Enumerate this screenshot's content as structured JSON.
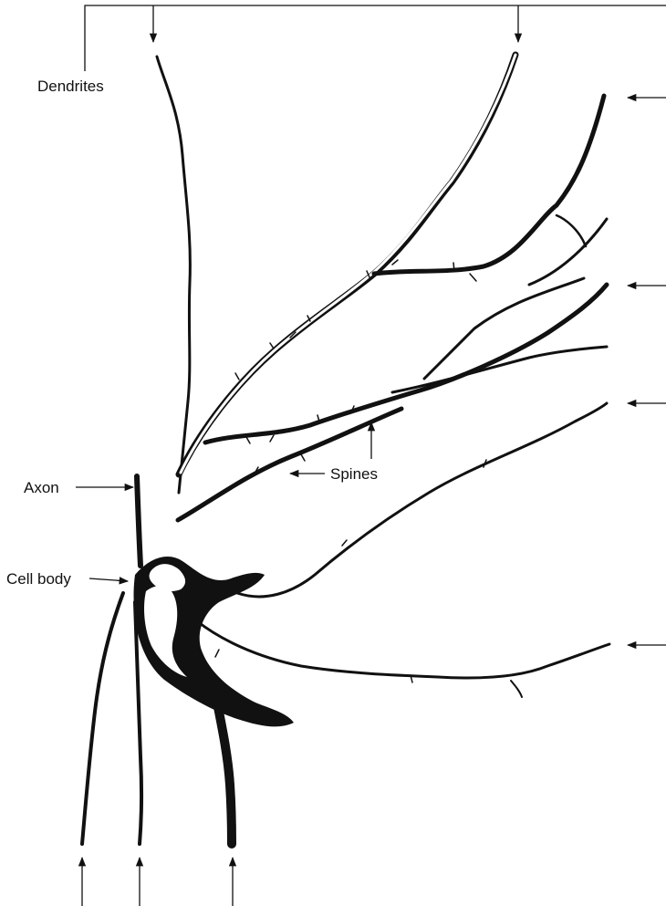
{
  "labels": {
    "dendrites": "Dendrites",
    "axon": "Axon",
    "cell_body": "Cell body",
    "spines": "Spines"
  },
  "colors": {
    "ink": "#111111",
    "background": "#ffffff"
  }
}
